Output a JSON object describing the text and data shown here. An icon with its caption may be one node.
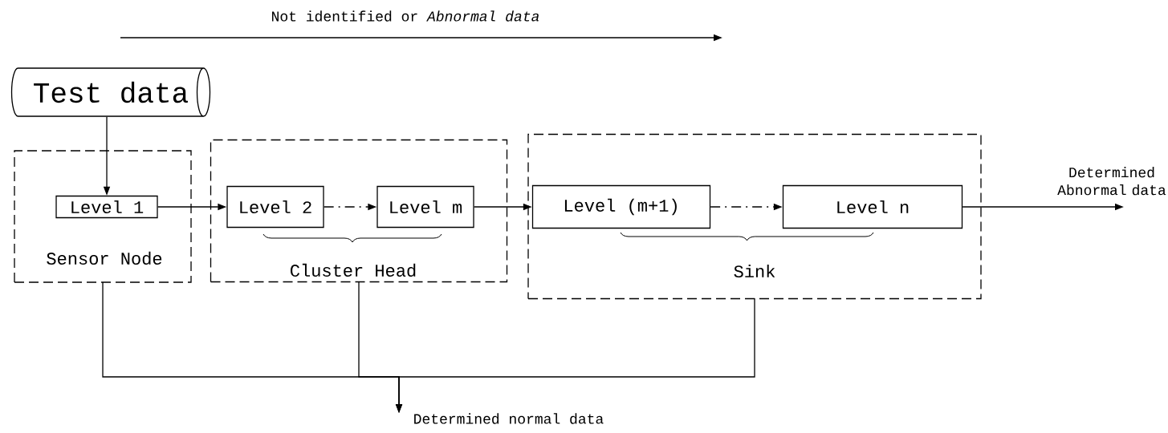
{
  "diagram": {
    "nodes": [
      {
        "text": [
          "Test data"
        ]
      },
      {
        "text": [
          "Sensor Node"
        ]
      },
      {
        "text": [
          "Level 1"
        ],
        "in": 1
      },
      {
        "text": [
          "Cluster Head"
        ]
      },
      {
        "text": [
          "Level 2"
        ],
        "in": 3
      },
      {
        "text": [
          "Level m"
        ],
        "in": 3
      },
      {
        "text": [
          "Sink"
        ]
      },
      {
        "text": [
          "Level (m+1)"
        ],
        "in": 6
      },
      {
        "text": [
          "Level n"
        ],
        "in": 6
      },
      {
        "text": [
          "Determined Abnormal data"
        ]
      },
      {
        "text": [
          "Determined normal data"
        ]
      }
    ],
    "edges": [
      {
        "from": 0,
        "to": 2,
        "arrow": "to"
      },
      {
        "from": 2,
        "to": 4,
        "arrow": "to"
      },
      {
        "from": 4,
        "to": 5,
        "arrow": "to",
        "style": "dashed"
      },
      {
        "from": 5,
        "to": 7,
        "arrow": "to"
      },
      {
        "from": 7,
        "to": 8,
        "arrow": "to",
        "style": "dashed"
      },
      {
        "from": 8,
        "to": 9,
        "arrow": "to"
      },
      {
        "from": 1,
        "to": 10,
        "arrow": "to"
      },
      {
        "from": 3,
        "to": 10,
        "arrow": "to"
      },
      {
        "from": 6,
        "to": 10,
        "arrow": "to"
      }
    ],
    "labels": [
      "Not identified or *Abnormal data*"
    ]
  }
}
